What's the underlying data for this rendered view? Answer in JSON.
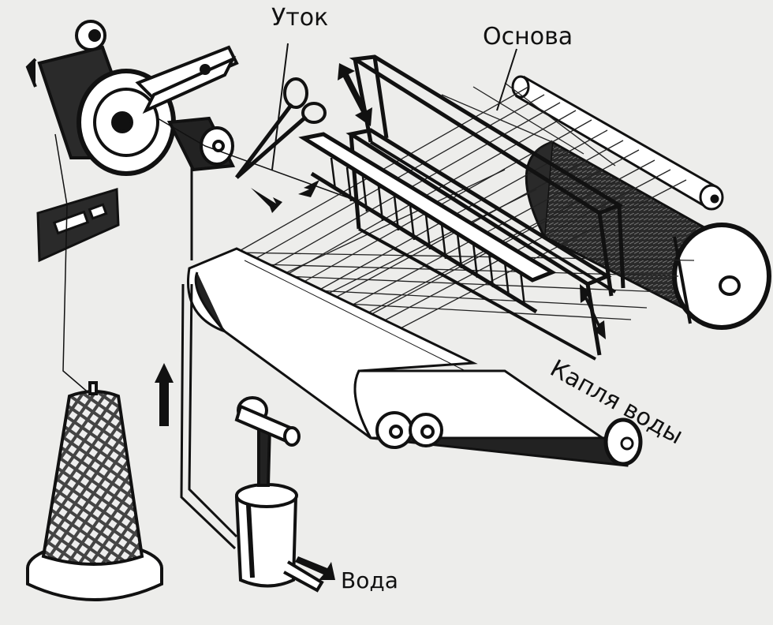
{
  "labels": {
    "weft": "Уток",
    "warp": "Основа",
    "water_drop": "Капля воды",
    "water": "Вода"
  }
}
